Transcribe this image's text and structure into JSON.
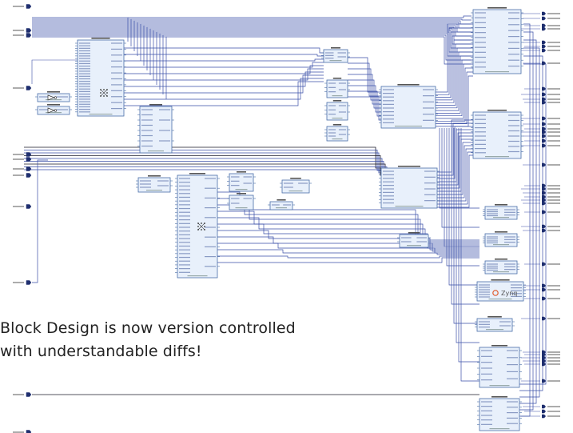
{
  "caption": {
    "line1": "Block Design is now version controlled",
    "line2": "with understandable diffs!"
  },
  "colors": {
    "wire": "#3a4fa8",
    "wire_dark": "#1a1a2a",
    "block_fill": "#e8f0fb",
    "block_stroke": "#4a6ea8",
    "port": "#1f2f6f",
    "text": "#222222"
  },
  "icons": [
    "xilinx-zynq-logo",
    "smartconnect-crossbar-icon",
    "inverter-icon"
  ],
  "zynq_label": "Zynq"
}
